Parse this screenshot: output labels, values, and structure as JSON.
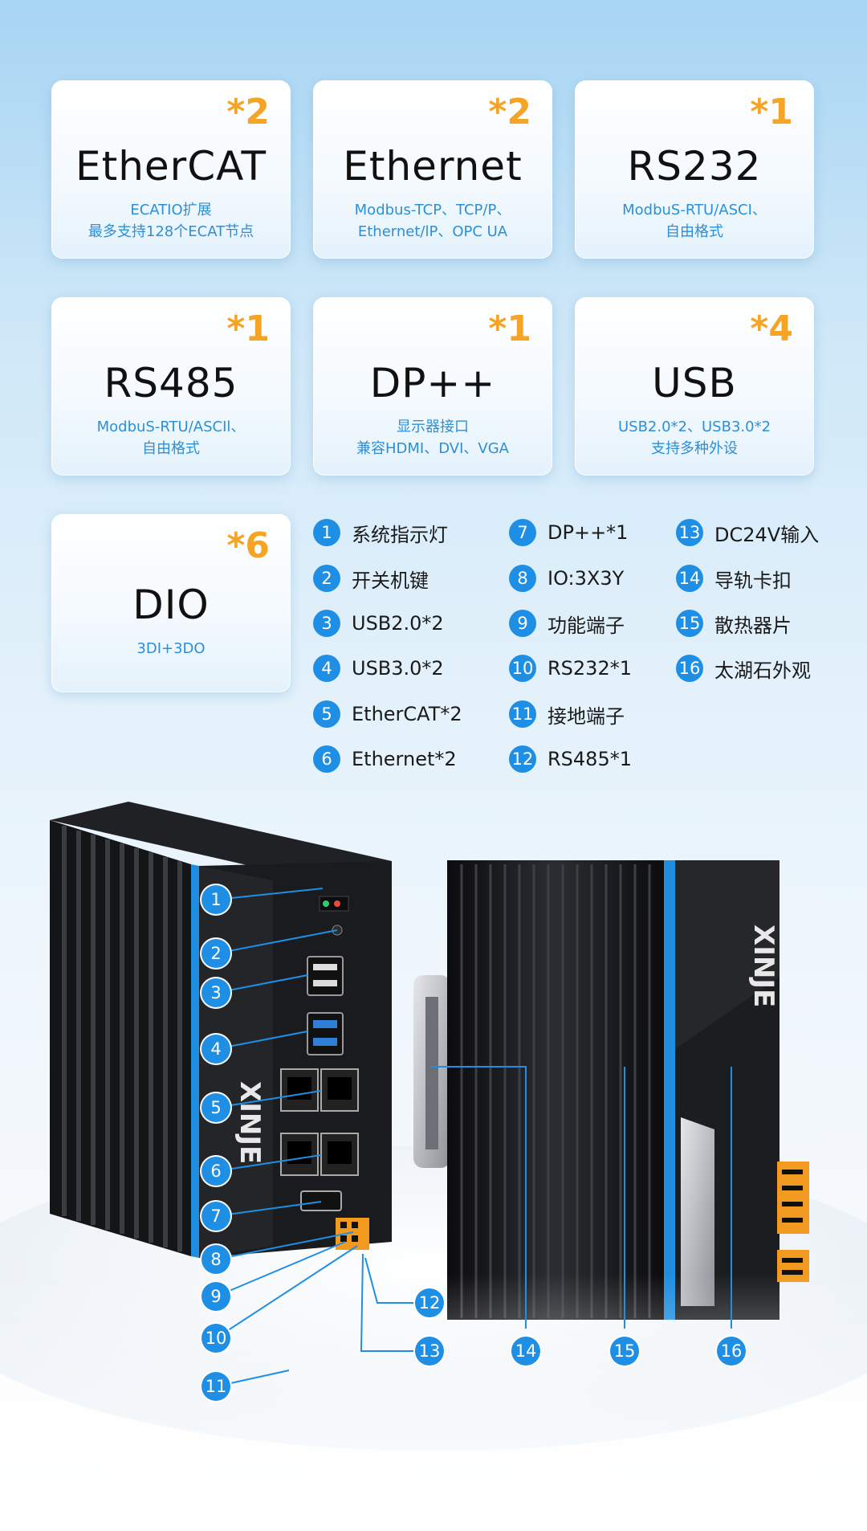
{
  "cards": [
    {
      "count": "*2",
      "title": "EtherCAT",
      "desc": "ECATIO扩展\n最多支持128个ECAT节点"
    },
    {
      "count": "*2",
      "title": "Ethernet",
      "desc": "Modbus-TCP、TCP/P、\nEthernet/lP、OPC UA"
    },
    {
      "count": "*1",
      "title": "RS232",
      "desc": "ModbuS-RTU/ASCI、\n自由格式"
    },
    {
      "count": "*1",
      "title": "RS485",
      "desc": "ModbuS-RTU/ASCIl、\n自由格式"
    },
    {
      "count": "*1",
      "title": "DP++",
      "desc": "显示器接口\n兼容HDMI、DVI、VGA"
    },
    {
      "count": "*4",
      "title": "USB",
      "desc": "USB2.0*2、USB3.0*2\n支持多种外设"
    },
    {
      "count": "*6",
      "title": "DIO",
      "desc": "3DI+3DO"
    }
  ],
  "legend": [
    {
      "num": "1",
      "label": "系统指示灯"
    },
    {
      "num": "2",
      "label": "开关机键"
    },
    {
      "num": "3",
      "label": "USB2.0*2"
    },
    {
      "num": "4",
      "label": "USB3.0*2"
    },
    {
      "num": "5",
      "label": "EtherCAT*2"
    },
    {
      "num": "6",
      "label": "Ethernet*2"
    },
    {
      "num": "7",
      "label": "DP++*1"
    },
    {
      "num": "8",
      "label": "IO:3X3Y"
    },
    {
      "num": "9",
      "label": "功能端子"
    },
    {
      "num": "10",
      "label": "RS232*1"
    },
    {
      "num": "11",
      "label": "接地端子"
    },
    {
      "num": "12",
      "label": "RS485*1"
    },
    {
      "num": "13",
      "label": "DC24V输入"
    },
    {
      "num": "14",
      "label": "导轨卡扣"
    },
    {
      "num": "15",
      "label": "散热器片"
    },
    {
      "num": "16",
      "label": "太湖石外观"
    }
  ],
  "callouts": [
    "1",
    "2",
    "3",
    "4",
    "5",
    "6",
    "7",
    "8",
    "9",
    "10",
    "11",
    "12",
    "13",
    "14",
    "15",
    "16"
  ],
  "brand": "XINJE",
  "colors": {
    "accent": "#1e8fe5",
    "count": "#f5a425",
    "desc": "#2d8fd6"
  }
}
